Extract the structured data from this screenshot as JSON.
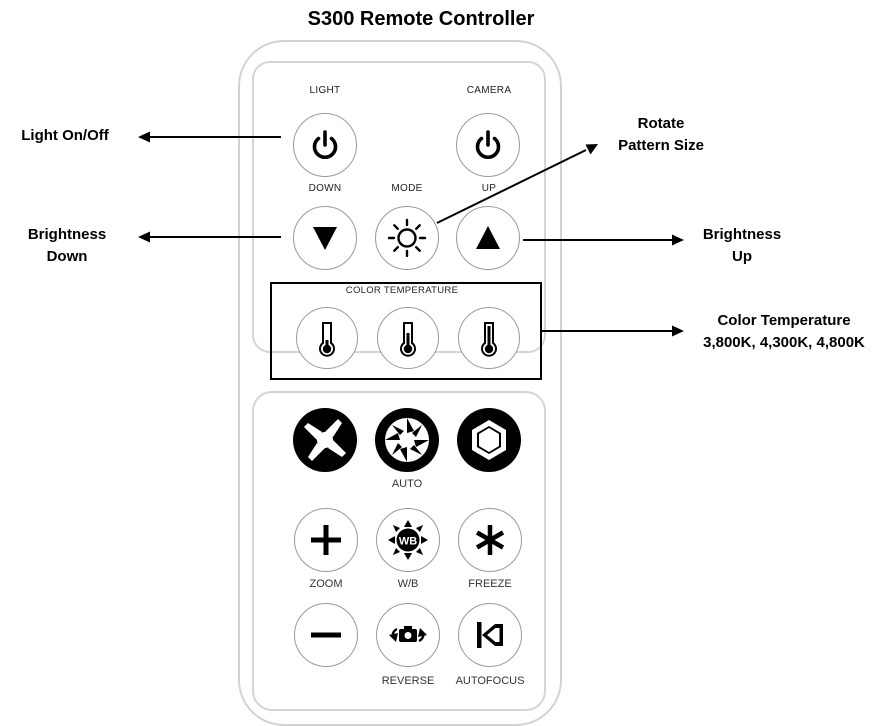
{
  "title": "S300 Remote Controller",
  "top_labels": {
    "light": "LIGHT",
    "camera": "CAMERA",
    "down": "DOWN",
    "mode": "MODE",
    "up": "UP",
    "color_temperature": "COLOR TEMPERATURE"
  },
  "bottom_labels": {
    "auto": "AUTO",
    "zoom": "ZOOM",
    "wb": "W/B",
    "freeze": "FREEZE",
    "reverse": "REVERSE",
    "autofocus": "AUTOFOCUS"
  },
  "wb_badge": "WB",
  "callouts": {
    "light_on_off": "Light On/Off",
    "rotate_line1": "Rotate",
    "rotate_line2": "Pattern Size",
    "brightness_down_line1": "Brightness",
    "brightness_down_line2": "Down",
    "brightness_up_line1": "Brightness",
    "brightness_up_line2": "Up",
    "color_temp_line1": "Color Temperature",
    "color_temp_line2": "3,800K, 4,300K, 4,800K"
  },
  "icons": {
    "light": "power-icon",
    "camera": "power-icon",
    "down": "triangle-down-icon",
    "mode": "sun-icon",
    "up": "triangle-up-icon",
    "temperature": "thermometer-icon",
    "iris": "aperture-icon",
    "zoom_in": "plus-icon",
    "zoom_out": "minus-icon",
    "white_balance": "white-balance-icon",
    "freeze": "asterisk-icon",
    "reverse": "camera-rotate-icon",
    "autofocus": "focus-icon"
  }
}
